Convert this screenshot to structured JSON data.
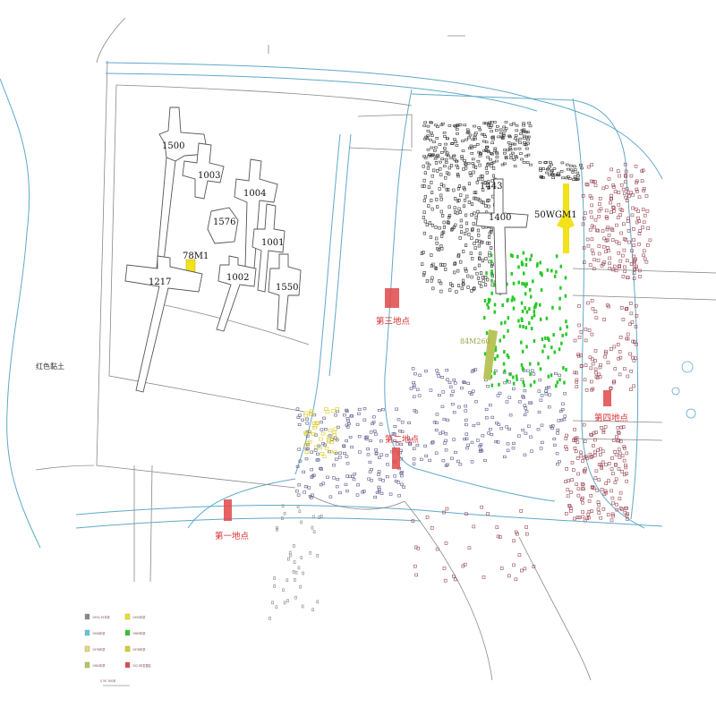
{
  "map": {
    "colors": {
      "river": "#5fa9c8",
      "wall": "#888888",
      "tomb_outline": "#555555",
      "yellow": "#f2e21a",
      "excavation_red": "#e04848",
      "label_red": "#d62f2f",
      "green": "#28c828",
      "olive": "#b8c45a",
      "dense_black": "#333333",
      "maroon": "#9a4a58",
      "purple": "#5a5a8a",
      "mustard": "#d9cc24"
    },
    "labels": {
      "red_clay": "红色黏土",
      "tomb_78m1": "78M1",
      "tomb_50wgm1": "50WGM1",
      "tomb_84m260": "84M260",
      "tomb_1443": "1443"
    },
    "tombs": [
      {
        "id": "1500"
      },
      {
        "id": "1003"
      },
      {
        "id": "1004"
      },
      {
        "id": "1576"
      },
      {
        "id": "1001"
      },
      {
        "id": "1217"
      },
      {
        "id": "1002"
      },
      {
        "id": "1550"
      },
      {
        "id": "1400"
      }
    ],
    "excavation_sites": [
      {
        "label": "第一地点"
      },
      {
        "label": "第二地点"
      },
      {
        "label": "第三地点"
      },
      {
        "label": "第四地点"
      }
    ],
    "legend": {
      "items": [
        {
          "color": "#888888",
          "label": "1934-35年墓"
        },
        {
          "color": "#f2e21a",
          "label": "1950年墓"
        },
        {
          "color": "#5fc8d8",
          "label": "1958年墓"
        },
        {
          "color": "#28c828",
          "label": "1969年墓"
        },
        {
          "color": "#e8d878",
          "label": "1976年墓"
        },
        {
          "color": "#d9cc24",
          "label": "1978年墓"
        },
        {
          "color": "#b8c45a",
          "label": "1984年墓"
        },
        {
          "color": "#e04848",
          "label": "2021年发掘区"
        }
      ],
      "scale_label": "0  50  100米"
    }
  }
}
